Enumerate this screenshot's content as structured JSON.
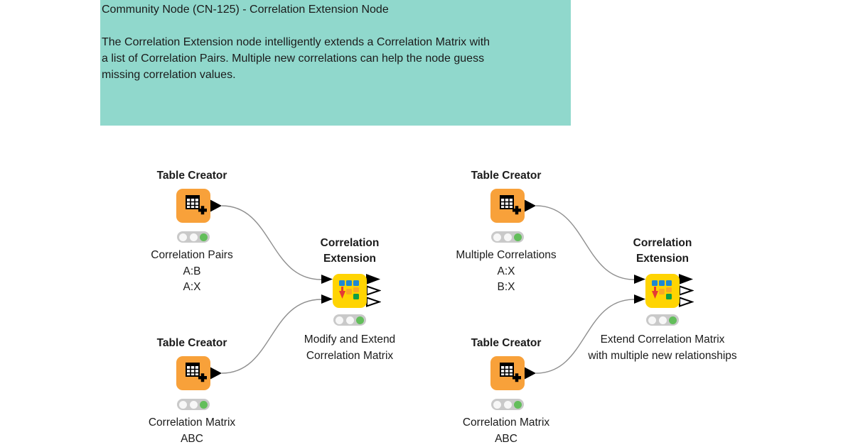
{
  "header": {
    "title": "Community Node (CN-125) - Correlation Extension Node",
    "description_lines": [
      "The Correlation Extension node intelligently extends a Correlation Matrix with",
      "a list of Correlation Pairs. Multiple new correlations can help the node guess",
      "missing correlation values."
    ]
  },
  "nodes": {
    "tc_left_top": {
      "title": "Table Creator",
      "captions": [
        "Correlation Pairs",
        "A:B",
        "A:X"
      ]
    },
    "tc_left_bottom": {
      "title": "Table Creator",
      "captions": [
        "Correlation Matrix",
        "ABC"
      ]
    },
    "ext_left": {
      "title_lines": [
        "Correlation",
        "Extension"
      ],
      "captions": [
        "Modify and Extend",
        "Correlation Matrix"
      ]
    },
    "tc_right_top": {
      "title": "Table Creator",
      "captions": [
        "Multiple Correlations",
        "A:X",
        "B:X"
      ]
    },
    "tc_right_bottom": {
      "title": "Table Creator",
      "captions": [
        "Correlation Matrix",
        "ABC"
      ]
    },
    "ext_right": {
      "title_lines": [
        "Correlation",
        "Extension"
      ],
      "captions": [
        "Extend Correlation Matrix",
        "with multiple new relationships"
      ]
    }
  },
  "status": {
    "traffic_light_state": "executed"
  },
  "icons": {
    "table_creator": "table-plus-icon",
    "correlation_extension": "correlation-matrix-icon",
    "input_port": "input-port-icon",
    "output_port": "output-port-icon",
    "traffic_light": "traffic-light-indicator"
  },
  "colors": {
    "annotation_bg": "#90D8CC",
    "table_creator_node": "#F8A13A",
    "extension_node": "#FFD402",
    "traffic_green": "#63BE5B",
    "traffic_off": "#F7F7F7",
    "traffic_bar": "#C9C9C9",
    "wire": "#8F8F8F",
    "port_black": "#000000"
  }
}
